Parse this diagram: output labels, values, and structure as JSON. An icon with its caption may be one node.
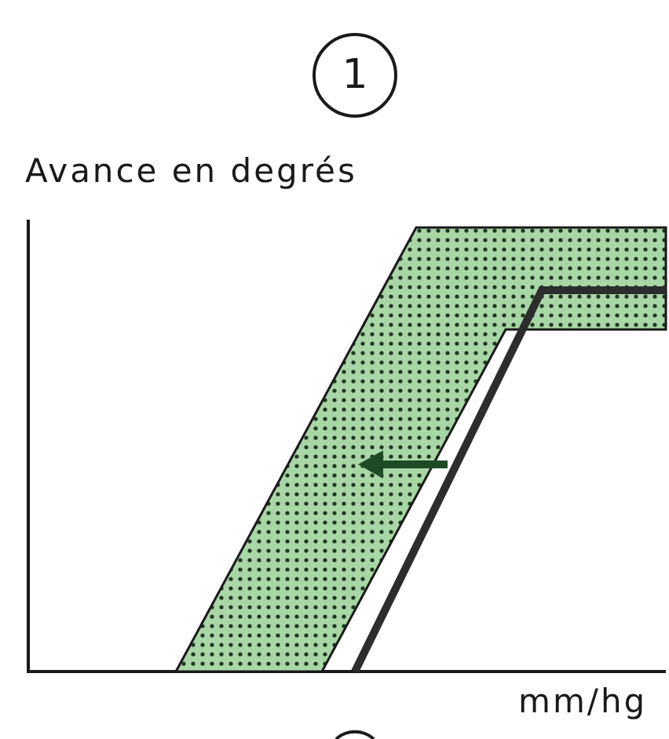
{
  "diagram": {
    "nodes": [
      {
        "text": [
          "1"
        ]
      }
    ],
    "labels": [
      "Avance en degrés",
      "mm/hg"
    ]
  }
}
